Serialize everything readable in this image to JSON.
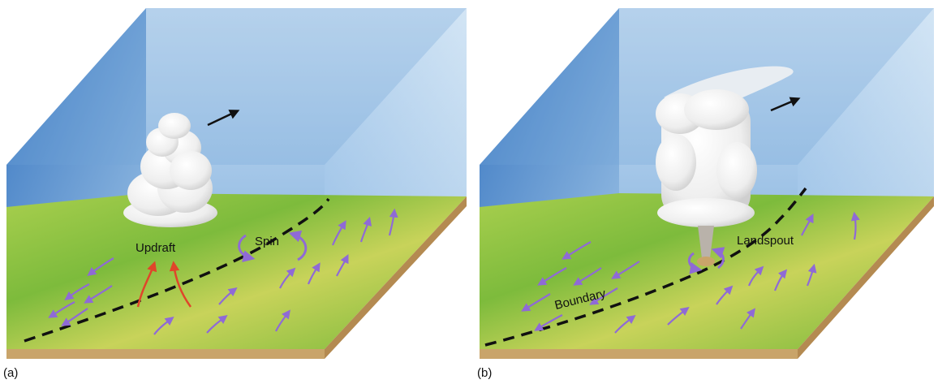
{
  "panels": [
    {
      "caption": "(a)",
      "labels": {
        "updraft": "Updraft",
        "spin": "Spin"
      }
    },
    {
      "caption": "(b)",
      "labels": {
        "landspout": "Landspout",
        "boundary": "Boundary"
      }
    }
  ],
  "colors": {
    "sky_top": "#2f6fb8",
    "sky_bottom": "#cfe3f2",
    "ground_green": "#7fbf3e",
    "ground_yellow": "#d6d65a",
    "soil": "#c9a46a",
    "wind_arrow": "#8f6ad6",
    "updraft_arrow": "#e0452a",
    "boundary_line": "#111111",
    "cloud": "#f4f4f4"
  }
}
